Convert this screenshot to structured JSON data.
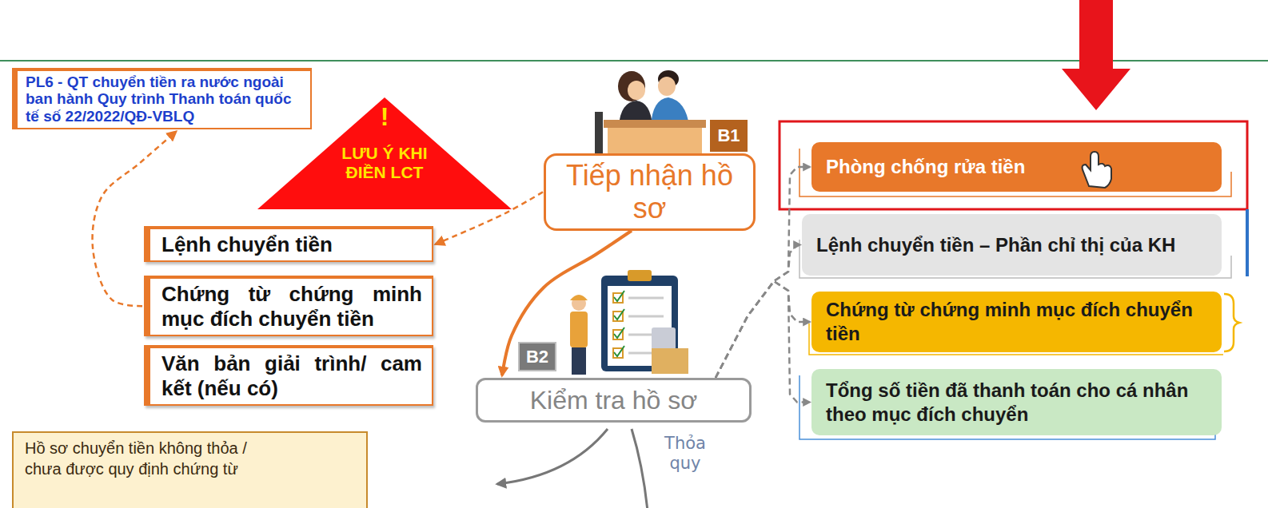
{
  "diagram": {
    "nodes": [
      {
        "text": [
          "PL6 - QT chuyển tiền ra nước ngoài ban hành Quy trình Thanh toán quốc tế số 22/2022/QĐ-VBLQ"
        ]
      },
      {
        "text": [
          "!",
          "LƯU Ý KHI ĐIỀN LCT"
        ]
      },
      {
        "text": [
          "Tiếp nhận hồ sơ"
        ]
      },
      {
        "text": [
          "Lệnh chuyển tiền"
        ]
      },
      {
        "text": [
          "Chứng từ chứng minh mục đích chuyển tiền"
        ]
      },
      {
        "text": [
          "Văn bản giải trình/ cam kết (nếu có)"
        ]
      },
      {
        "text": [
          "Kiểm tra hồ sơ"
        ]
      },
      {
        "text": [
          "Phòng chống rửa tiền"
        ]
      },
      {
        "text": [
          "Lệnh chuyển tiền – Phần chỉ thị của KH"
        ]
      },
      {
        "text": [
          "Chứng từ chứng minh mục đích chuyển tiền"
        ]
      },
      {
        "text": [
          "Tổng số tiền đã thanh toán cho cá nhân theo mục đích chuyển"
        ]
      },
      {
        "text": [
          "Hồ sơ chuyển tiền không thỏa / chưa được quy định chứng từ"
        ]
      }
    ],
    "edges": [
      {
        "from": 2,
        "to": 3,
        "arrow": "to"
      },
      {
        "from": 4,
        "to": 0,
        "arrow": "to"
      },
      {
        "from": 2,
        "to": 6,
        "arrow": "to"
      },
      {
        "from": 6,
        "to": 7,
        "arrow": "to"
      },
      {
        "from": 6,
        "to": 8,
        "arrow": "to"
      },
      {
        "from": 6,
        "to": 9,
        "arrow": "to"
      },
      {
        "from": 6,
        "to": 10,
        "arrow": "to"
      }
    ],
    "labels": [
      "B1",
      "B2",
      "Thỏa quy"
    ]
  }
}
